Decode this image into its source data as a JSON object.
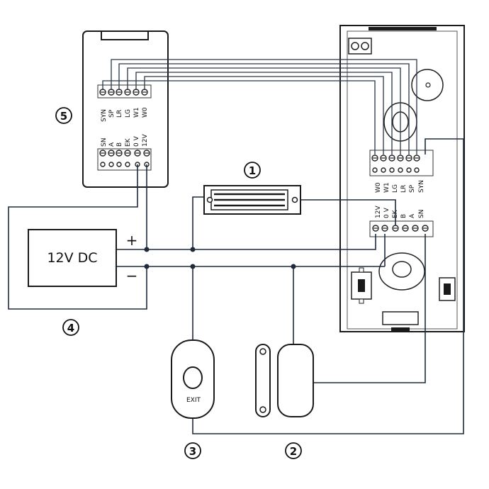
{
  "reader": {
    "top_terminals": [
      "SYN",
      "SP",
      "LR",
      "LG",
      "W1",
      "W0"
    ],
    "bottom_terminals": [
      "SN",
      "A",
      "B",
      "EK",
      "0 V",
      "12V"
    ]
  },
  "controller": {
    "top_terminals": [
      "W0",
      "W1",
      "LG",
      "LR",
      "SP",
      "SYN"
    ],
    "bottom_terminals": [
      "12V",
      "0 V",
      "EK",
      "B",
      "A",
      "SN"
    ]
  },
  "psu": {
    "label": "12V DC",
    "plus": "+",
    "minus": "−"
  },
  "exit_button": {
    "label": "EXIT"
  },
  "callouts": {
    "lock": "1",
    "door_sensor": "2",
    "exit_button": "3",
    "psu": "4",
    "reader": "5"
  }
}
